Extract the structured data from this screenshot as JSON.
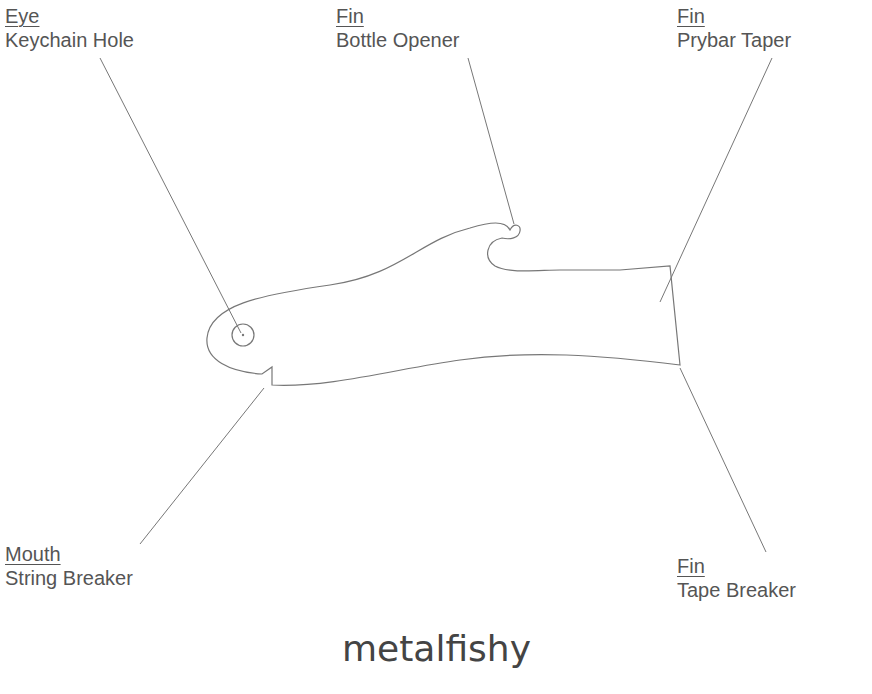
{
  "diagram": {
    "caption": "metalfishy",
    "labels": [
      "Eye",
      "Keychain Hole",
      "Fin",
      "Bottle Opener",
      "Fin",
      "Prybar Taper",
      "Mouth",
      "String Breaker",
      "Fin",
      "Tape Breaker"
    ]
  }
}
